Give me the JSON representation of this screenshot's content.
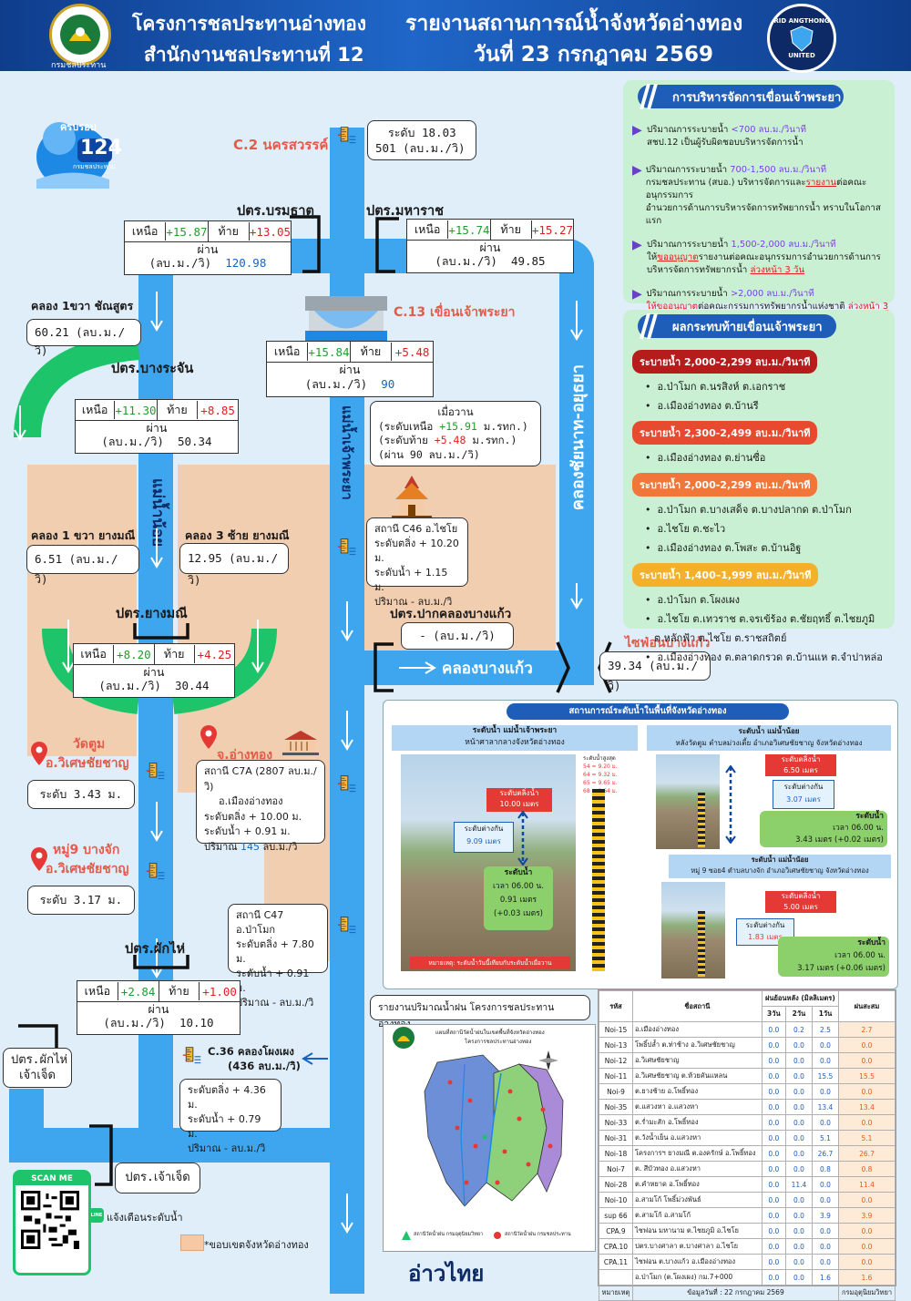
{
  "header": {
    "org_line1": "โครงการชลประทานอ่างทอง",
    "org_line2": "สำนักงานชลประทานที่ 12",
    "report_title": "รายงานสถานการณ์น้ำจังหวัดอ่างทอง",
    "report_date": "วันที่ 23 กรกฎาคม  2569",
    "left_logo_text": "กรมชลประทาน",
    "right_logo_top": "RID ANGTHONG",
    "right_logo_bottom": "UNITED"
  },
  "badge": {
    "top": "ครบรอบ",
    "number": "124",
    "sub": "กรมชลประทาน"
  },
  "stations": {
    "c2": {
      "name": "C.2 นครสวรรค์",
      "level": "ระดับ 18.03",
      "flow": "501 (ลบ.ม./วิ)"
    },
    "c13": {
      "name": "C.13 เขื่อนเจ้าพระยา",
      "upstream_label": "เหนือ",
      "upstream": "+15.84",
      "downstream_label": "ท้าย",
      "downstream": "+5.48",
      "flow_label": "ผ่าน",
      "flow_unit": "(ลบ.ม./วิ)",
      "flow": "90"
    },
    "yesterday": {
      "title": "เมื่อวาน",
      "line1_a": "(ระดับเหนือ",
      "line1_v": "+15.91",
      "line1_b": "ม.รทก.)",
      "line2_a": "(ระดับท้าย",
      "line2_v": "+5.48",
      "line2_b": "ม.รทก.)",
      "line3": "(ผ่าน 90 ลบ.ม./วิ)"
    },
    "c46": {
      "l1": "สถานี C46 อ.ไชโย",
      "l2": "ระดับตลิ่ง + 10.20 ม.",
      "l3": "ระดับน้ำ + 1.15  ม.",
      "l4": "ปริมาณ - ลบ.ม./วิ"
    },
    "c7a": {
      "name": "จ.อ่างทอง",
      "l1": "สถานี C7A (2807 ลบ.ม./วิ)",
      "l2": "อ.เมืองอ่างทอง",
      "l3": "ระดับตลิ่ง + 10.00 ม.",
      "l4": "ระดับน้ำ + 0.91 ม.",
      "l5_a": "ปริมาณ ",
      "l5_v": "145",
      "l5_b": " ลบ.ม./วิ"
    },
    "c47": {
      "l1": "สถานี C47 อ.ป่าโมก",
      "l2": "ระดับตลิ่ง + 7.80 ม.",
      "l3": "ระดับน้ำ + 0.91 ม.",
      "l4": "ปริมาณ - ลบ.ม./วิ"
    },
    "c36": {
      "name": "C.36 คลองโผงเผง",
      "flow": "(436 ลบ.ม./วิ)",
      "l1": "ระดับตลิ่ง + 4.36 ม.",
      "l2": "ระดับน้ำ + 0.79 ม.",
      "l3": "ปริมาณ - ลบ.ม./วิ"
    },
    "wattum": {
      "name1": "วัดตูม",
      "name2": "อ.วิเศษชัยชาญ",
      "level": "ระดับ 3.43 ม."
    },
    "moo9": {
      "name1": "หมู่9 บางจัก",
      "name2": "อ.วิเศษชัยชาญ",
      "level": "ระดับ 3.17 ม."
    }
  },
  "gates": {
    "boromathat": {
      "name": "ปตร.บรมธาตุ",
      "up_label": "เหนือ",
      "up": "+15.87",
      "down_label": "ท้าย",
      "down": "+13.05",
      "flow_label": "ผ่าน",
      "flow_unit": "(ลบ.ม./วิ)",
      "flow": "120.98"
    },
    "maharat": {
      "name": "ปตร.มหาราช",
      "up_label": "เหนือ",
      "up": "+15.74",
      "down_label": "ท้าย",
      "down": "+15.27",
      "flow_label": "ผ่าน",
      "flow_unit": "(ลบ.ม./วิ)",
      "flow": "49.85"
    },
    "bangrachan": {
      "name": "ปตร.บางระจัน",
      "up_label": "เหนือ",
      "up": "+11.30",
      "down_label": "ท้าย",
      "down": "+8.85",
      "flow_label": "ผ่าน",
      "flow_unit": "(ลบ.ม./วิ)",
      "flow": "50.34"
    },
    "yangmanee": {
      "name": "ปตร.ยางมณี",
      "up_label": "เหนือ",
      "up": "+8.20",
      "down_label": "ท้าย",
      "down": "+4.25",
      "flow_label": "ผ่าน",
      "flow_unit": "(ลบ.ม./วิ)",
      "flow": "30.44"
    },
    "phakhai": {
      "name": "ปตร.ผักไห่",
      "up_label": "เหนือ",
      "up": "+2.84",
      "down_label": "ท้าย",
      "down": "+1.00",
      "flow_label": "ผ่าน",
      "flow_unit": "(ลบ.ม./วิ)",
      "flow": "10.10"
    },
    "phakhai_jaojet": {
      "l1": "ปตร.ผักไห่",
      "l2": "เจ้าเจ็ด"
    },
    "jaojet": {
      "name": "ปตร.เจ้าเจ็ด"
    },
    "pak_bangkaeo": {
      "name": "ปตร.ปากคลองบางแก้ว",
      "flow": "- (ลบ.ม./วิ)"
    },
    "siphon": {
      "name": "ไซฟ่อนบางแก้ว",
      "flow": "39.34 (ลบ.ม./วิ)"
    }
  },
  "canals": {
    "k1kwa_chan": {
      "name": "คลอง 1ขวา ชัณสูตร",
      "flow": "60.21 (ลบ.ม./วิ)"
    },
    "k1kwa_yang": {
      "name": "คลอง 1 ขวา ยางมณี",
      "flow": "6.51 (ลบ.ม./วิ)"
    },
    "k3sai_yang": {
      "name": "คลอง 3 ซ้าย ยางมณี",
      "flow": "12.95 (ลบ.ม./วิ)"
    },
    "bangkaeo": "คลองบางแก้ว",
    "chainat": "คลองชัยนาท-อยุธยา",
    "noi": "แม่น้ำน้อย",
    "chaophraya": "แม่น้ำเจ้าพระยา",
    "gulf": "อ่าวไทย"
  },
  "mgmt": {
    "title": "การบริหารจัดการเขื่อนเจ้าพระยา",
    "i1_a": "ปริมาณการระบายน้ำ ",
    "i1_b": "<700 ลบ.ม./วินาที",
    "i1_c": "สชป.12 เป็นผู้รับผิดชอบบริหารจัดการน้ำ",
    "i2_a": "ปริมาณการระบายน้ำ ",
    "i2_b": "700-1,500 ลบ.ม./วินาที",
    "i2_c": "กรมชลประทาน (สบอ.) บริหารจัดการและ",
    "i2_d": "รายงาน",
    "i2_e": "ต่อคณะอนุกรรมการ",
    "i2_f": "อำนวยการด้านการบริหารจัดการทรัพยากรน้ำ ทราบในโอกาสแรก",
    "i3_a": "ปริมาณการระบายน้ำ ",
    "i3_b": "1,500-2,000 ลบ.ม./วินาที",
    "i3_c": "ให้",
    "i3_d": "ขออนุญาต",
    "i3_e": "รายงานต่อคณะอนุกรรมการอำนวยการด้านการ",
    "i3_f": "บริหารจัดการทรัพยากรน้ำ ",
    "i3_g": "ล่วงหน้า 3 วัน",
    "i4_a": "ปริมาณการระบายน้ำ ",
    "i4_b": ">2,000 ลบ.ม./วินาที",
    "i4_c": "ให้ขออนุญาต",
    "i4_d": "ต่อคณะกรรมการทรัพยากรน้ำแห่งชาติ ",
    "i4_e": "ล่วงหน้า 3 วัน"
  },
  "impact": {
    "title": "ผลกระทบท้ายเขื่อนเจ้าพระยา",
    "t1": "ระบายน้ำ 2,000-2,299 ลบ.ม./วินาที",
    "t1_a": "อ.ป่าโมก ต.นรสิงห์ ต.เอกราช",
    "t1_b": "อ.เมืองอ่างทอง ต.บ้านรี",
    "t2": "ระบายน้ำ 2,300-2,499 ลบ.ม./วินาที",
    "t2_a": "อ.เมืองอ่างทอง ต.ย่านซื่อ",
    "t3": "ระบายน้ำ 2,000-2,299 ลบ.ม./วินาที",
    "t3_a": "อ.ป่าโมก ต.บางเสด็จ ต.บางปลากด ต.ป่าโมก",
    "t3_b": "อ.ไชโย ต.ชะไว",
    "t3_c": "อ.เมืองอ่างทอง ต.โพสะ ต.บ้านอิฐ",
    "t4": "ระบายน้ำ 1,400–1,999 ลบ.ม./วินาที",
    "t4_a": "อ.ป่าโมก ต.โผงเผง",
    "t4_b": "อ.ไชโย ต.เทวราช ต.จรเข้ร้อง ต.ชัยฤทธิ์ ต.ไชยภูมิ",
    "t4_c": "ต.หลักฟ้า ต.ไชโย ต.ราชสถิตย์",
    "t4_d": "อ.เมืองอ่างทอง ต.ตลาดกรวด ต.บ้านแห ต.จำปาหล่อ"
  },
  "situation": {
    "title": "สถานการณ์ระดับน้ำในพื้นที่จังหวัดอ่างทอง",
    "p1_h1": "ระดับน้ำ แม่น้ำเจ้าพระยา",
    "p1_h2": "หน้าศาลากลางจังหวัดอ่างทอง",
    "p1_bank": "ระดับตลิ่งน้ำ",
    "p1_bank_v": "10.00 เมตร",
    "p1_diff": "ระดับต่างกัน",
    "p1_diff_v": "9.09 เมตร",
    "p1_wl": "ระดับน้ำ",
    "p1_time": "เวลา 06.00 น.",
    "p1_wl_v": "0.91 เมตร",
    "p1_change": "(+0.03 เมตร)",
    "p1_note": "หมายเหตุ: ระดับน้ำวันนี้เทียบกับระดับน้ำเมื่อวาน",
    "p1_scale_title": "ระดับน้ำสูงสุด",
    "p1_scale": [
      "54 = 9.20 ม.",
      "64 = 9.32 ม.",
      "65 = 9.65 ม.",
      "68 = 9.64 ม."
    ],
    "p2_h1": "ระดับน้ำ แม่น้ำน้อย",
    "p2_h2": "หลังวัดตูม ตำบลม่วงเตี้ย อำเภอวิเศษชัยชาญ จังหวัดอ่างทอง",
    "p2_bank": "ระดับตลิ่งน้ำ",
    "p2_bank_v": "6.50 เมตร",
    "p2_diff": "ระดับต่างกัน",
    "p2_diff_v": "3.07 เมตร",
    "p2_wl": "ระดับน้ำ",
    "p2_time": "เวลา 06.00 น.",
    "p2_wl_v": "3.43 เมตร (+0.02 เมตร)",
    "p3_h1": "ระดับน้ำ แม่น้ำน้อย",
    "p3_h2": "หมู่ 9 ซอย4 ตำบลบางจัก อำเภอวิเศษชัยชาญ จังหวัดอ่างทอง",
    "p3_bank": "ระดับตลิ่งน้ำ",
    "p3_bank_v": "5.00 เมตร",
    "p3_diff": "ระดับต่างกัน",
    "p3_diff_v": "1.83 เมตร",
    "p3_wl": "ระดับน้ำ",
    "p3_time": "เวลา 06.00 น.",
    "p3_wl_v": "3.17 เมตร (+0.06 เมตร)"
  },
  "rain": {
    "title": "รายงานปริมาณน้ำฝน โครงการชลประทานอ่างทอง",
    "map_title": "แผนที่สถานีวัดน้ำฝนในเขตพื้นที่จังหวัดอ่างทอง",
    "map_sub": "โครงการชลประทานอ่างทอง",
    "legend_a": "สถานีวัดน้ำฝน กรมอุตุนิยมวิทยา",
    "legend_b": "สถานีวัดน้ำฝน กรมชลประทาน",
    "h_code": "รหัส",
    "h_name": "ชื่อสถานี",
    "h_rain": "ฝนย้อนหลัง (มิลลิเมตร)",
    "h_3": "3วัน",
    "h_2": "2วัน",
    "h_1": "1วัน",
    "h_sum": "ฝนสะสม",
    "rows": [
      [
        "Noi-15",
        "อ.เมืองอ่างทอง",
        "0.0",
        "0.2",
        "2.5",
        "2.7"
      ],
      [
        "Noi-13",
        "โพธิ์ปล้ำ ต.ท่าช้าง อ.วิเศษชัยชาญ",
        "0.0",
        "0.0",
        "0.0",
        "0.0"
      ],
      [
        "Noi-12",
        "อ.วิเศษชัยชาญ",
        "0.0",
        "0.0",
        "0.0",
        "0.0"
      ],
      [
        "Noi-11",
        "อ.วิเศษชัยชาญ ต.ห้วยคันแหลน",
        "0.0",
        "0.0",
        "15.5",
        "15.5"
      ],
      [
        "Noi-9",
        "ต.ยางช้าย อ.โพธิ์ทอง",
        "0.0",
        "0.0",
        "0.0",
        "0.0"
      ],
      [
        "Noi-35",
        "ต.แสวงหา อ.แสวงหา",
        "0.0",
        "0.0",
        "13.4",
        "13.4"
      ],
      [
        "Noi-33",
        "ต.ร่ำมะสัก อ.โพธิ์ทอง",
        "0.0",
        "0.0",
        "0.0",
        "0.0"
      ],
      [
        "Noi-31",
        "ต.วังน้ำเย็น อ.แสวงหา",
        "0.0",
        "0.0",
        "5.1",
        "5.1"
      ],
      [
        "Noi-18",
        "โครงการฯ ยางมณี ต.องครักษ์ อ.โพธิ์ทอง",
        "0.0",
        "0.0",
        "26.7",
        "26.7"
      ],
      [
        "Noi-7",
        "ต. สีบัวทอง อ.แสวงหา",
        "0.0",
        "0.0",
        "0.8",
        "0.8"
      ],
      [
        "Noi-28",
        "ต.คำหยาด อ.โพธิ์ทอง",
        "0.0",
        "11.4",
        "0.0",
        "11.4"
      ],
      [
        "Noi-10",
        "อ.สามโก้ โพธิ์ม่วงพันธ์",
        "0.0",
        "0.0",
        "0.0",
        "0.0"
      ],
      [
        "sup 66",
        "ต.สามโก้ อ.สามโก้",
        "0.0",
        "0.0",
        "3.9",
        "3.9"
      ],
      [
        "CPA.9",
        "ไชฟอน มหานาม ต.ไชยภูมิ อ.ไชโย",
        "0.0",
        "0.0",
        "0.0",
        "0.0"
      ],
      [
        "CPA.10",
        "ปตร.บางศาลา ต.บางศาลา อ.ไชโย",
        "0.0",
        "0.0",
        "0.0",
        "0.0"
      ],
      [
        "CPA.11",
        "ไชฟอน ต.บางแก้ว อ.เมืองอ่างทอง",
        "0.0",
        "0.0",
        "0.0",
        "0.0"
      ],
      [
        "",
        "อ.ป่าโมก (ต.โผงเผง) กม.7+000",
        "0.0",
        "0.0",
        "1.6",
        "1.6"
      ]
    ],
    "note_label": "หมายเหตุ",
    "note_date": "ข้อมูลวันที่ : 22 กรกฎาคม 2569",
    "note_src": "กรมอุตุนิยมวิทยา"
  },
  "footer": {
    "scan": "SCAN ME",
    "line_label": "แจ้งเตือนระดับน้ำ",
    "line_badge": "LINE",
    "boundary": "*ขอบเขตจังหวัดอ่างทอง"
  },
  "colors": {
    "river": "#3da6ee",
    "canal": "#1ec46a",
    "province": "#f6c8a4",
    "header": "#1e5db8"
  }
}
